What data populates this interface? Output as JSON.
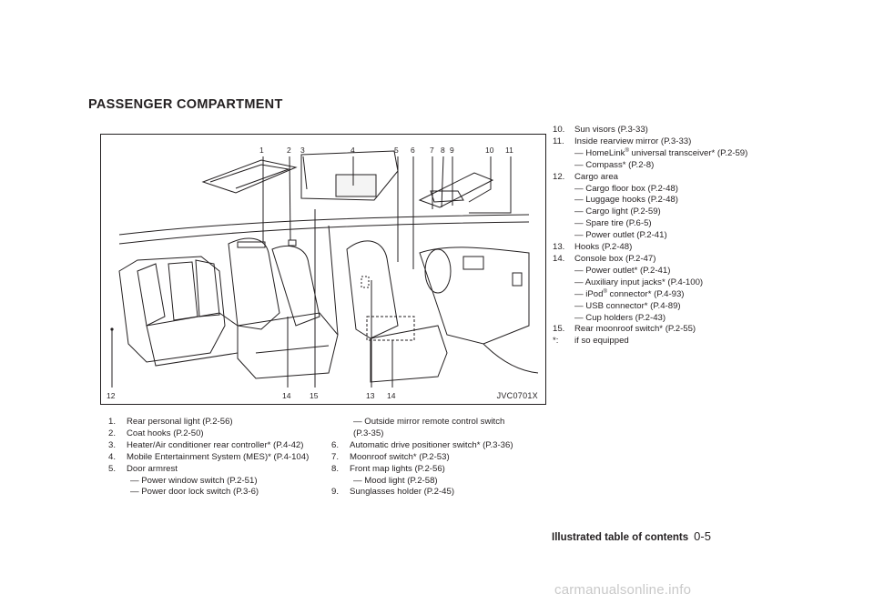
{
  "section_title": "PASSENGER COMPARTMENT",
  "figure": {
    "id": "JVC0701X",
    "top_callouts": [
      "1",
      "2",
      "3",
      "4",
      "5",
      "6",
      "7",
      "8",
      "9",
      "10",
      "11"
    ],
    "bottom_callouts": [
      "12",
      "14",
      "15",
      "13",
      "14"
    ]
  },
  "col1": [
    {
      "num": "1.",
      "text": "Rear personal light (P.2-56)",
      "subs": []
    },
    {
      "num": "2.",
      "text": "Coat hooks (P.2-50)",
      "subs": []
    },
    {
      "num": "3.",
      "text": "Heater/Air conditioner rear controller* (P.4-42)",
      "subs": []
    },
    {
      "num": "4.",
      "text": "Mobile Entertainment System (MES)* (P.4-104)",
      "subs": []
    },
    {
      "num": "5.",
      "text": "Door armrest",
      "subs": [
        "— Power window switch (P.2-51)",
        "— Power door lock switch (P.3-6)"
      ]
    }
  ],
  "col2": {
    "cont_lines": [
      "— Outside mirror remote control switch",
      "(P.3-35)"
    ],
    "items": [
      {
        "num": "6.",
        "text": "Automatic drive positioner switch* (P.3-36)",
        "subs": []
      },
      {
        "num": "7.",
        "text": "Moonroof switch* (P.2-53)",
        "subs": []
      },
      {
        "num": "8.",
        "text": "Front map lights (P.2-56)",
        "subs": [
          "— Mood light (P.2-58)"
        ]
      },
      {
        "num": "9.",
        "text": "Sunglasses holder (P.2-45)",
        "subs": []
      }
    ]
  },
  "col3": [
    {
      "num": "10.",
      "text": "Sun visors (P.3-33)",
      "subs": []
    },
    {
      "num": "11.",
      "text": "Inside rearview mirror (P.3-33)",
      "subs_html": [
        "— HomeLink",
        "®",
        " universal transceiver* (P.2-59)"
      ],
      "subs": [
        "— Compass* (P.2-8)"
      ]
    },
    {
      "num": "12.",
      "text": "Cargo area",
      "subs": [
        "— Cargo floor box (P.2-48)",
        "— Luggage hooks (P.2-48)",
        "— Cargo light (P.2-59)",
        "— Spare tire (P.6-5)",
        "— Power outlet (P.2-41)"
      ]
    },
    {
      "num": "13.",
      "text": "Hooks (P.2-48)",
      "subs": []
    },
    {
      "num": "14.",
      "text": "Console box (P.2-47)",
      "subs": [
        "— Power outlet* (P.2-41)",
        "— Auxiliary input jacks* (P.4-100)"
      ],
      "ipod": [
        "— iPod",
        "®",
        " connector* (P.4-93)"
      ],
      "subs2": [
        "— USB connector* (P.4-89)",
        "— Cup holders (P.2-43)"
      ]
    },
    {
      "num": "15.",
      "text": "Rear moonroof switch* (P.2-55)",
      "subs": []
    },
    {
      "num": "*:",
      "text": "if so equipped",
      "subs": []
    }
  ],
  "footer": {
    "title": "Illustrated table of contents",
    "page": "0-5"
  },
  "watermark": "carmanualsonline.info"
}
